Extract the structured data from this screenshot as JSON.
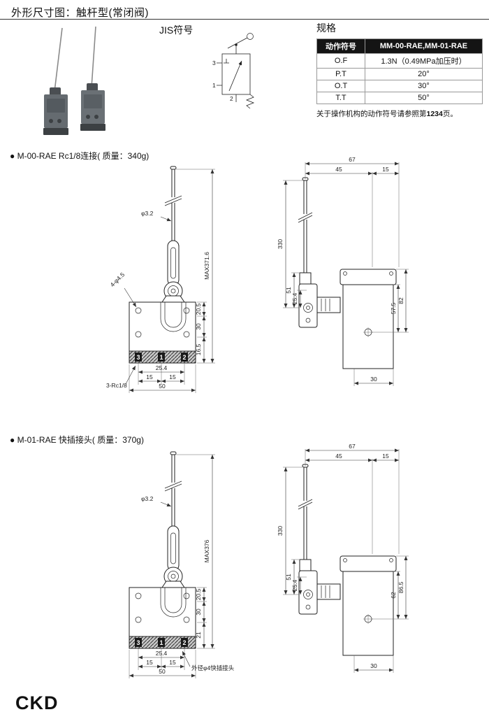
{
  "page": {
    "title": "外形尺寸图：触杆型(常闭阀)",
    "logo": "CKD"
  },
  "jis": {
    "label": "JIS符号",
    "port3": "3",
    "port1": "1",
    "port2": "2"
  },
  "specs": {
    "title": "规格",
    "col1_header": "动作符号",
    "col2_header": "MM-00-RAE,MM-01-RAE",
    "rows": [
      {
        "label": "O.F",
        "value": "1.3N（0.49MPa加压时）"
      },
      {
        "label": "P.T",
        "value": "20°"
      },
      {
        "label": "O.T",
        "value": "30°"
      },
      {
        "label": "T.T",
        "value": "50°"
      }
    ],
    "note_prefix": "关于操作机构的动作符号请参照第",
    "note_page": "1234",
    "note_suffix": "页。"
  },
  "model1": {
    "label": "● M-00-RAE  Rc1/8连接( 质量：340g)",
    "front": {
      "rod_dia": "φ3.2",
      "holes": "4-φ4.5",
      "max_height": "MAX371.6",
      "dim_a": "20.5",
      "dim_b": "30",
      "dim_c": "16.5",
      "pitch": "25.4",
      "p15l": "15",
      "p15r": "15",
      "width": "50",
      "port_note": "3-Rc1/8",
      "port3": "3",
      "port1": "1",
      "port2": "2"
    },
    "side": {
      "w67": "67",
      "w45": "45",
      "w15": "15",
      "lever": "330",
      "d51": "51",
      "d254": "25.4",
      "h_outer": "82",
      "h_inner": "57.5",
      "depth": "30"
    }
  },
  "model2": {
    "label": "● M-01-RAE  快插接头( 质量：370g)",
    "front": {
      "rod_dia": "φ3.2",
      "max_height": "MAX376",
      "dim_a": "20.5",
      "dim_b": "30",
      "dim_c": "21",
      "pitch": "25.4",
      "p15l": "15",
      "p15r": "15",
      "width": "50",
      "port_note": "外径φ4快插接头",
      "port3": "3",
      "port1": "1",
      "port2": "2"
    },
    "side": {
      "w67": "67",
      "w45": "45",
      "w15": "15",
      "lever": "330",
      "d51": "51",
      "d254": "25.4",
      "h_outer": "86.5",
      "h_inner": "62",
      "depth": "30"
    }
  }
}
